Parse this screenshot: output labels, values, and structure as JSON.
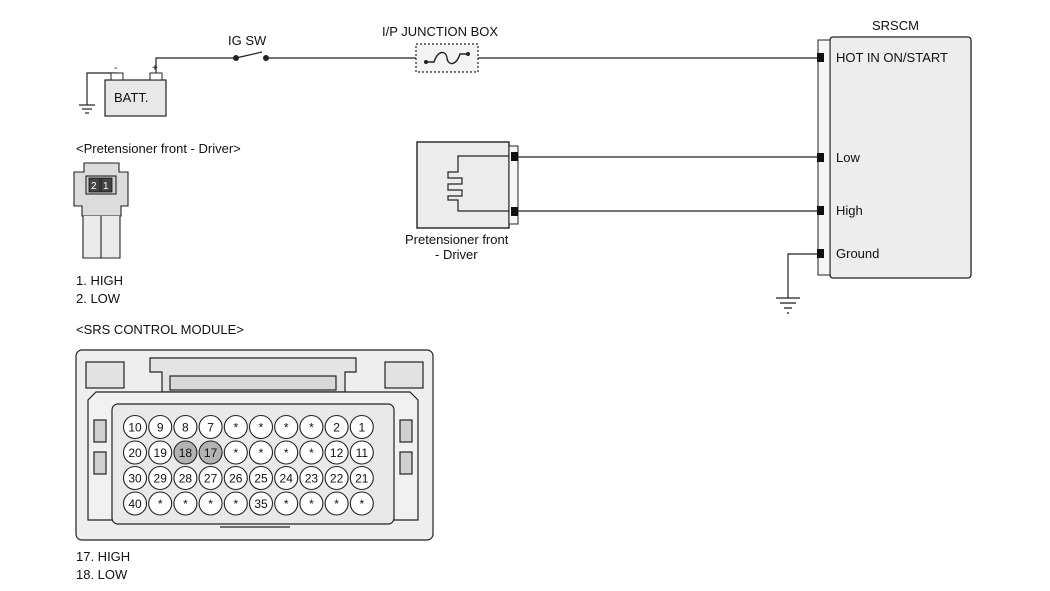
{
  "labels": {
    "ig_sw": "IG SW",
    "junction_box": "I/P JUNCTION BOX",
    "srscm": "SRSCM",
    "battery": "BATT.",
    "battery_neg": "-",
    "battery_pos": "+",
    "pretensioner_caption_line1": "Pretensioner front",
    "pretensioner_caption_line2": "- Driver",
    "pretensioner_connector_title": "<Pretensioner front - Driver>",
    "pretensioner_pin_1": "1. HIGH",
    "pretensioner_pin_2": "2. LOW",
    "pretensioner_connector_pin1": "1",
    "pretensioner_connector_pin2": "2",
    "srs_module_title": "<SRS CONTROL MODULE>",
    "srs_pin_17": "17. HIGH",
    "srs_pin_18": "18. LOW"
  },
  "srscm_terminals": [
    "HOT IN ON/START",
    "Low",
    "High",
    "Ground"
  ],
  "srs_connector": {
    "rows": [
      [
        "10",
        "9",
        "8",
        "7",
        "*",
        "*",
        "*",
        "*",
        "2",
        "1"
      ],
      [
        "20",
        "19",
        "18",
        "17",
        "*",
        "*",
        "*",
        "*",
        "12",
        "11"
      ],
      [
        "30",
        "29",
        "28",
        "27",
        "26",
        "25",
        "24",
        "23",
        "22",
        "21"
      ],
      [
        "40",
        "*",
        "*",
        "*",
        "*",
        "35",
        "*",
        "*",
        "*",
        "*"
      ]
    ],
    "highlighted": [
      "17",
      "18"
    ]
  }
}
